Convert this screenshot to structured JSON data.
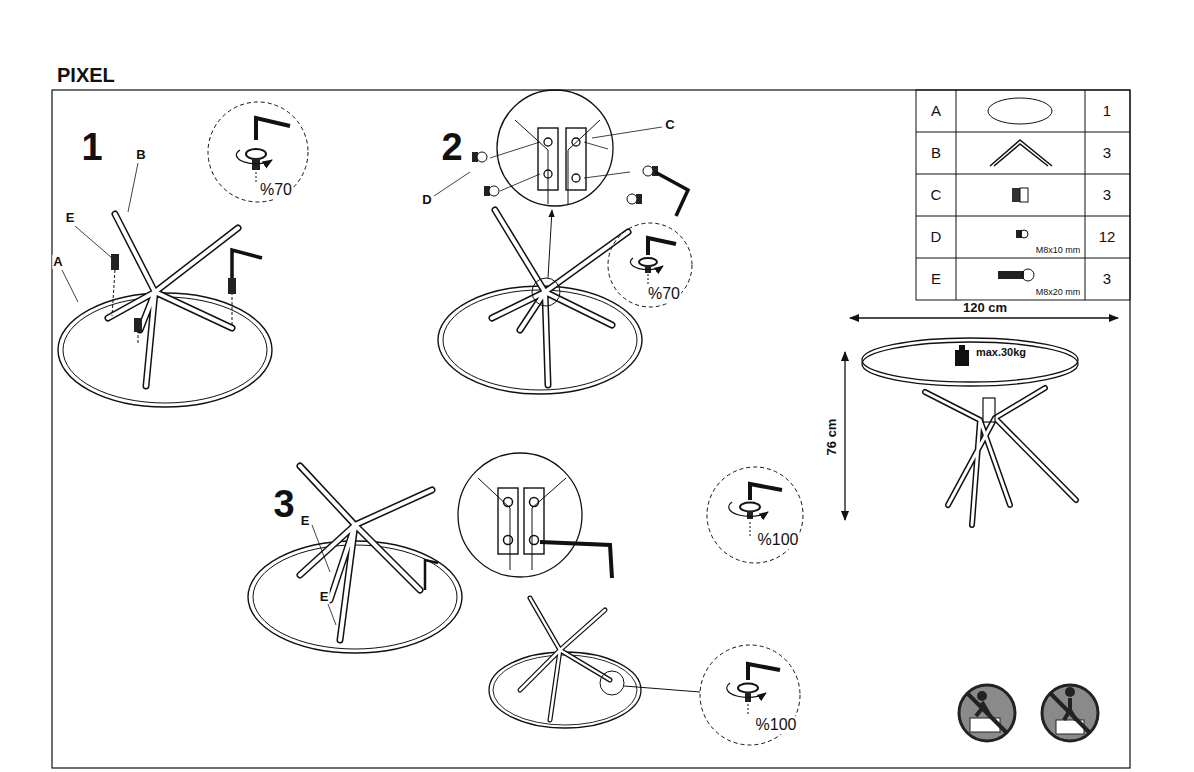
{
  "diagram": {
    "title": "PIXEL",
    "labels": [
      "1",
      "B",
      "E",
      "A",
      "%70",
      "2",
      "C",
      "D",
      "%70",
      "3",
      "E",
      "E",
      "%100",
      "%100",
      "A",
      "1",
      "B",
      "3",
      "C",
      "3",
      "D",
      "M8x10 mm",
      "12",
      "E",
      "M8x20 mm",
      "3",
      "120 cm",
      "76 cm",
      "max.30kg"
    ]
  }
}
